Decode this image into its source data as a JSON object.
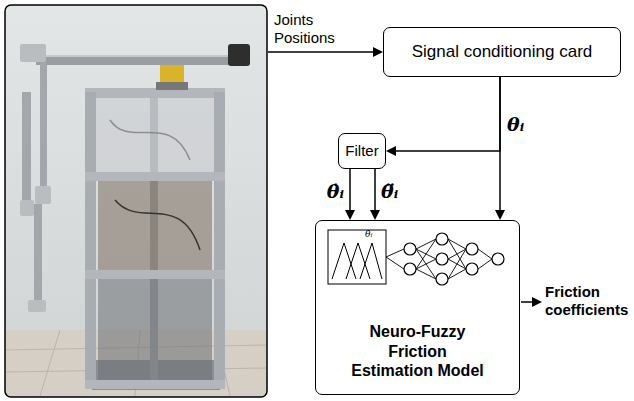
{
  "diagram": {
    "nodes": [
      {
        "text": [
          "Signal conditioning card"
        ]
      },
      {
        "text": [
          "Filter"
        ]
      },
      {
        "text": [
          "Neuro-Fuzzy Friction Estimation Model"
        ]
      }
    ],
    "edges": [
      {
        "from": 0,
        "to": 1,
        "arrow": "to"
      },
      {
        "from": 0,
        "to": 2,
        "arrow": "to",
        "label": "θᵢ"
      },
      {
        "from": 1,
        "to": 2,
        "arrow": "to",
        "label": "θ̇ᵢ"
      },
      {
        "from": 1,
        "to": 2,
        "arrow": "to",
        "label": "θ̈ᵢ"
      }
    ],
    "labels": [
      "Joints Positions",
      "Friction coefficients",
      "θ̇ᵢ"
    ]
  }
}
